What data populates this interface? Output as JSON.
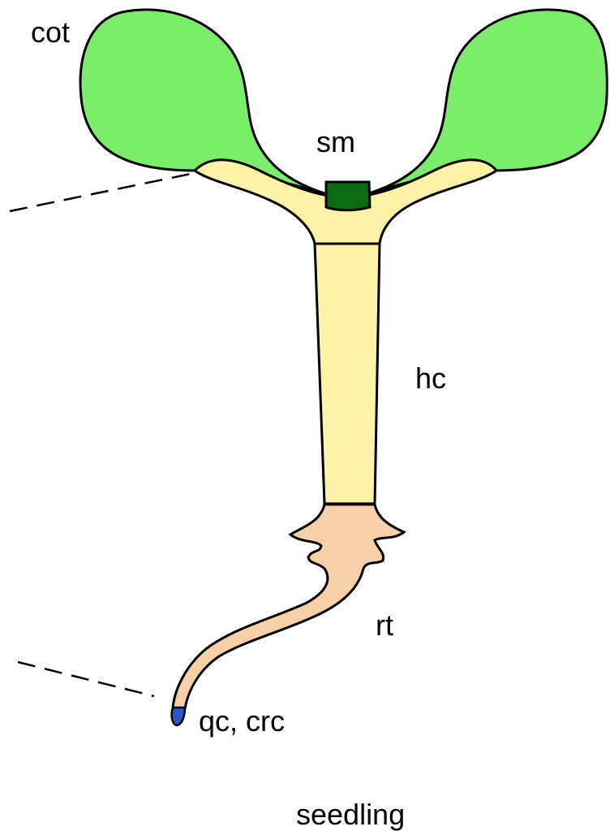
{
  "diagram": {
    "labels": {
      "cotyledon": "cot",
      "shoot_meristem": "sm",
      "hypocotyl": "hc",
      "root": "rt",
      "root_tip": "qc, crc"
    },
    "caption": "seedling",
    "colors": {
      "cotyledon_fill": "#7aee6a",
      "shoot_meristem_fill": "#0a6b12",
      "hypocotyl_fill": "#fdf2a8",
      "root_fill": "#f8d0a8",
      "root_tip_fill": "#2a58c8",
      "outline": "#000000"
    }
  }
}
